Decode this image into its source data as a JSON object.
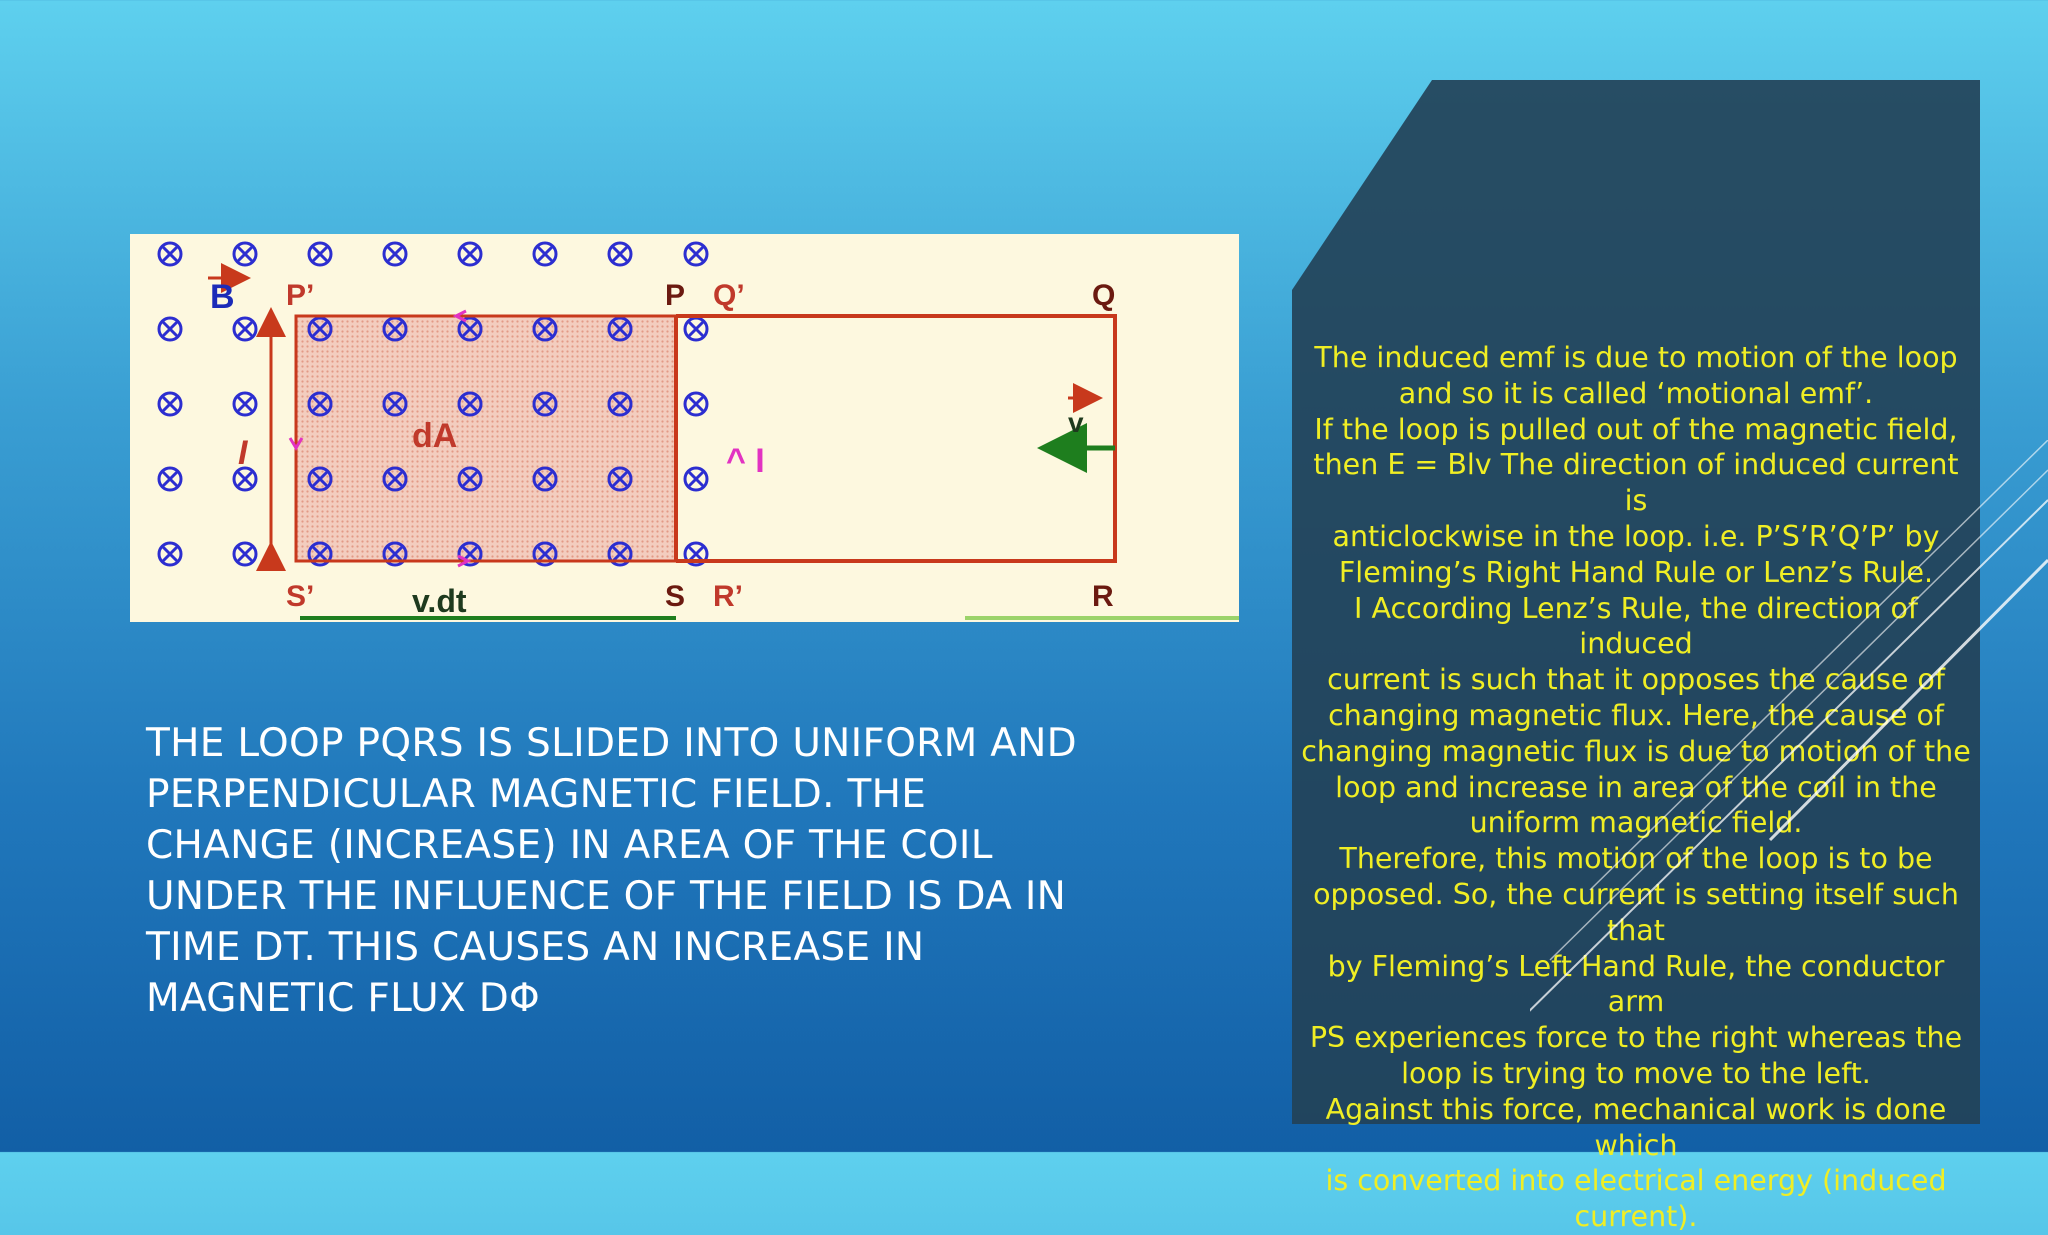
{
  "figure": {
    "labels": {
      "B": "B",
      "P_prime": "P’",
      "P": "P",
      "Q_prime": "Q’",
      "Q": "Q",
      "S_prime": "S’",
      "S": "S",
      "R_prime": "R’",
      "R": "R",
      "dA": "dA",
      "vdt": "v.dt",
      "v": "v",
      "I_left": "I",
      "I_right": "^ I"
    },
    "colors": {
      "background": "#fdf8df",
      "field_symbol": "#2c2ed0",
      "loop": "#c8391c",
      "label_red": "#c0392b",
      "label_blue": "#1b2bb8",
      "arrow_green": "#1e7e1e",
      "magenta": "#e233c2"
    }
  },
  "main_text": "The loop PQRS is slided into uniform and perpendicular magnetic field. The change (increase) in area of the coil under the influence of the field is dA in time dt. This causes an increase in magnetic flux dΦ",
  "panel": {
    "lines": [
      "The induced emf is due to motion of the loop",
      "and so it is called ‘motional emf’.",
      "If the loop is pulled out of the magnetic field,",
      "then E = Blv The direction of induced current is",
      "anticlockwise in the loop. i.e. P’S’R’Q’P’ by",
      "Fleming’s Right Hand Rule or Lenz’s Rule.",
      "I According Lenz’s Rule, the direction of induced",
      "current is such that it opposes the cause of",
      "changing magnetic flux. Here, the cause of",
      "changing magnetic flux is due to motion of the",
      "loop and increase in area of the coil in the",
      "uniform magnetic field.",
      "Therefore, this motion of the loop is to be",
      "opposed. So, the current is setting itself such that",
      "by Fleming’s Left Hand Rule, the conductor arm",
      "PS experiences force to the right whereas the",
      "loop is trying to move to the left.",
      "Against this force, mechanical work is done which",
      "is converted into electrical energy (induced",
      "current)."
    ],
    "colors": {
      "text": "#f0ee24",
      "background": "#234258"
    }
  }
}
